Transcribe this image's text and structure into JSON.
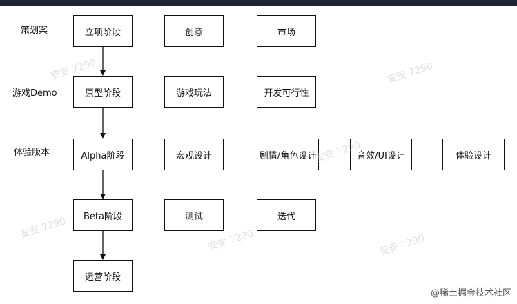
{
  "row_labels": [
    "策划案",
    "游戏Demo",
    "体验版本"
  ],
  "stages": [
    "立项阶段",
    "原型阶段",
    "Alpha阶段",
    "Beta阶段",
    "运营阶段"
  ],
  "row1": [
    "创意",
    "市场"
  ],
  "row2": [
    "游戏玩法",
    "开发可行性"
  ],
  "row3": [
    "宏观设计",
    "剧情/角色设计",
    "音效/UI设计",
    "体验设计"
  ],
  "row4": [
    "测试",
    "迭代"
  ],
  "watermark": "安安 7290",
  "credit": "@稀土掘金技术社区",
  "colors": {
    "line": "#111111",
    "watermark": "#c6c6c6",
    "topbar": "#1f2433"
  }
}
